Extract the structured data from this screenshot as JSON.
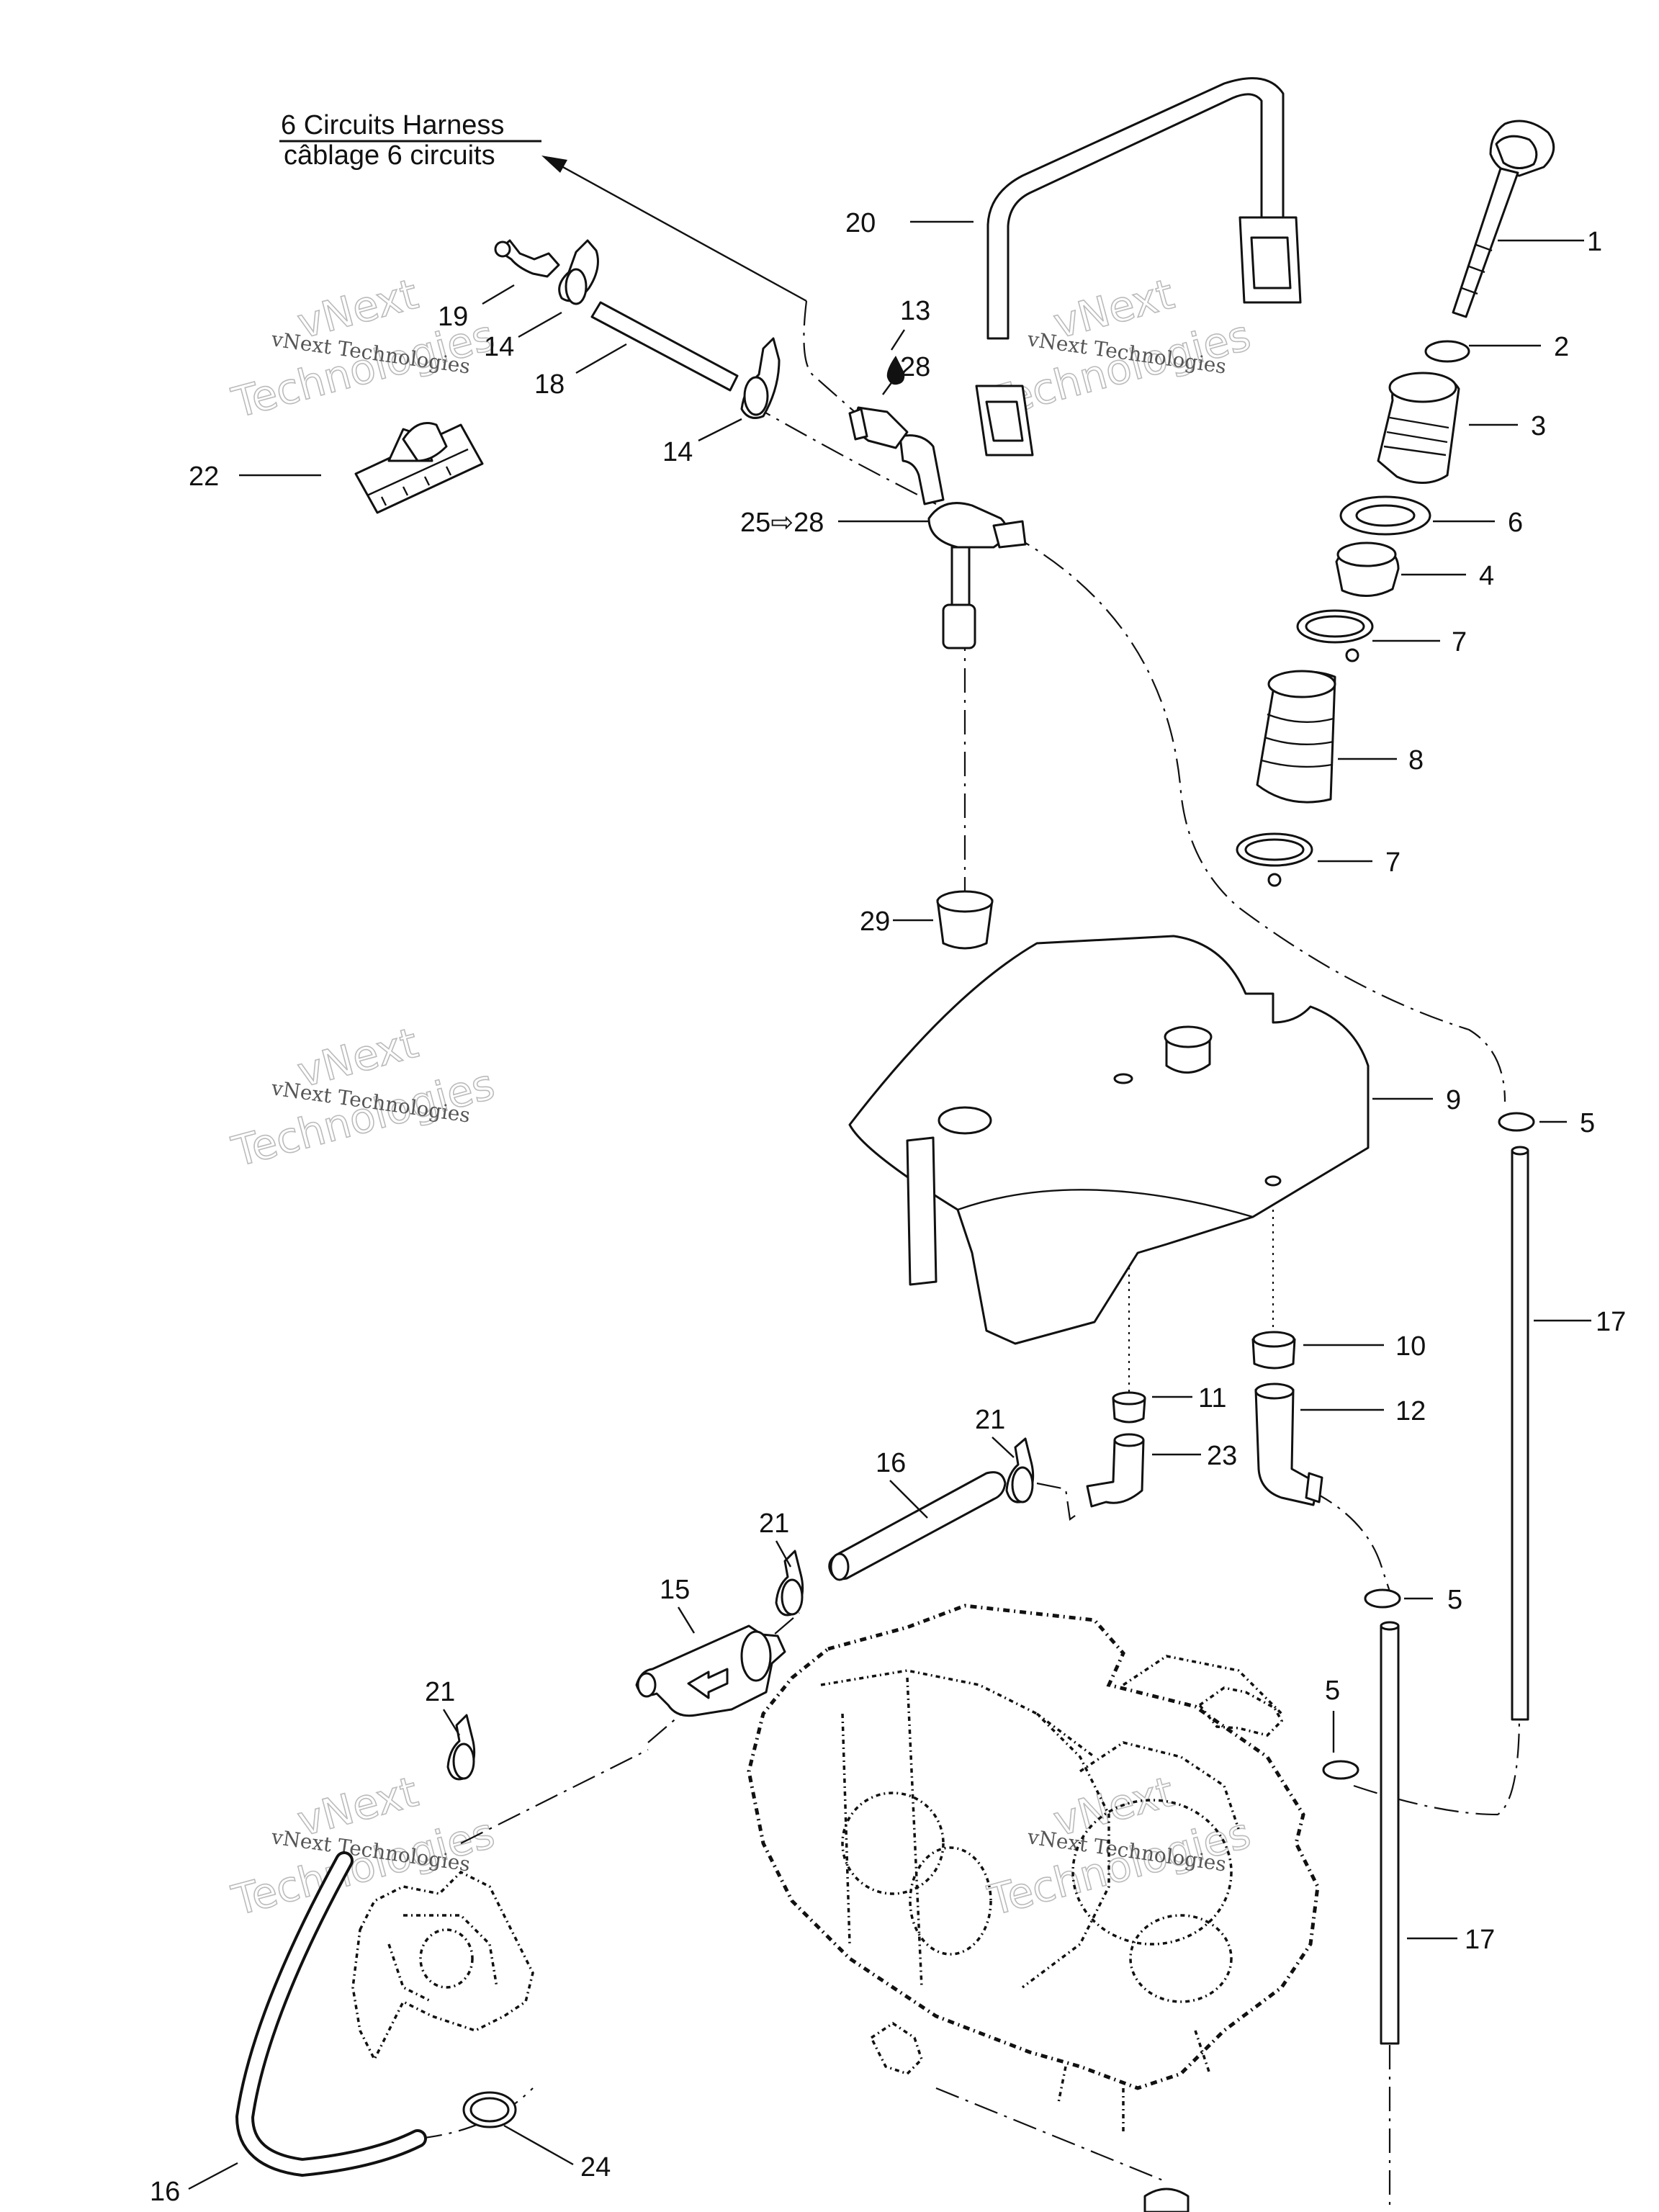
{
  "harness_note": {
    "line1": "6 Circuits Harness",
    "line2": "câblage 6 circuits"
  },
  "callouts": {
    "c1": "1",
    "c2": "2",
    "c3": "3",
    "c6": "6",
    "c4": "4",
    "c7a": "7",
    "c8": "8",
    "c7b": "7",
    "c9": "9",
    "c5a": "5",
    "c17a": "17",
    "c10": "10",
    "c12": "12",
    "c11": "11",
    "c23": "23",
    "c5b": "5",
    "c5c": "5",
    "c17b": "17",
    "c20": "20",
    "c13": "13",
    "c28": "28",
    "c19": "19",
    "c14a": "14",
    "c18": "18",
    "c14b": "14",
    "c22": "22",
    "c25_28": "25⇨28",
    "c29": "29",
    "c21a": "21",
    "c16a": "16",
    "c21b": "21",
    "c15": "15",
    "c21c": "21",
    "c24": "24",
    "c16b": "16"
  },
  "watermark": {
    "line1": "vNext Technologies",
    "line2": "vNext",
    "line3": "Technologies"
  }
}
